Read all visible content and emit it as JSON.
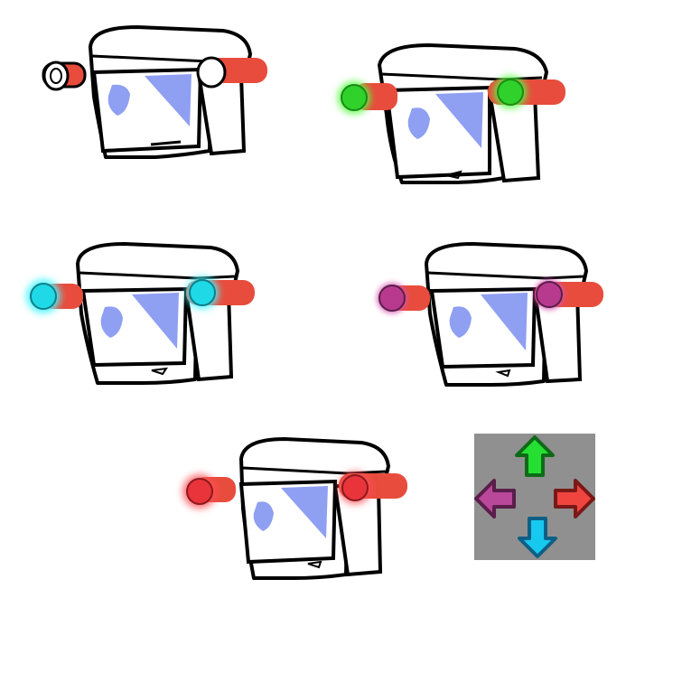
{
  "sprites": [
    {
      "pose": "idle",
      "color": "#e8473c",
      "glow": "#ff6a5a"
    },
    {
      "pose": "up",
      "color": "#2fd12a",
      "glow": "#55ff40"
    },
    {
      "pose": "down",
      "color": "#1fd9e6",
      "glow": "#4af6ff"
    },
    {
      "pose": "left",
      "color": "#b83a8e",
      "glow": "#d552b0"
    },
    {
      "pose": "right",
      "color": "#e8343a",
      "glow": "#ff5056"
    }
  ],
  "colors": {
    "barrel": "#e84c3d",
    "screen": "#8f9ff2",
    "panel_bg": "#909090"
  },
  "arrows": [
    {
      "direction": "up",
      "icon": "arrow-up-icon",
      "fill": "#25e033",
      "stroke": "#0d6b17"
    },
    {
      "direction": "left",
      "icon": "arrow-left-icon",
      "fill": "#b9479a",
      "stroke": "#5a1e4b"
    },
    {
      "direction": "right",
      "icon": "arrow-right-icon",
      "fill": "#f0453f",
      "stroke": "#7a1818"
    },
    {
      "direction": "down",
      "icon": "arrow-down-icon",
      "fill": "#17c9ee",
      "stroke": "#0d5f86"
    }
  ]
}
